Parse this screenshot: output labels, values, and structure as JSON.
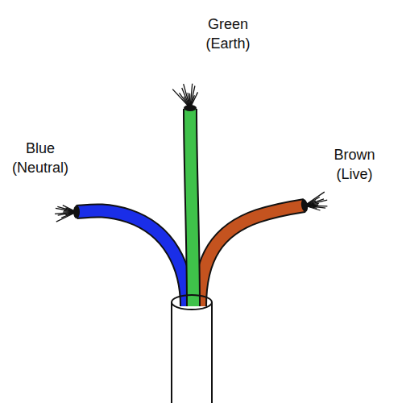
{
  "diagram": {
    "labels": [
      "Green (Earth)",
      "Blue (Neutral)",
      "Brown (Live)"
    ]
  }
}
